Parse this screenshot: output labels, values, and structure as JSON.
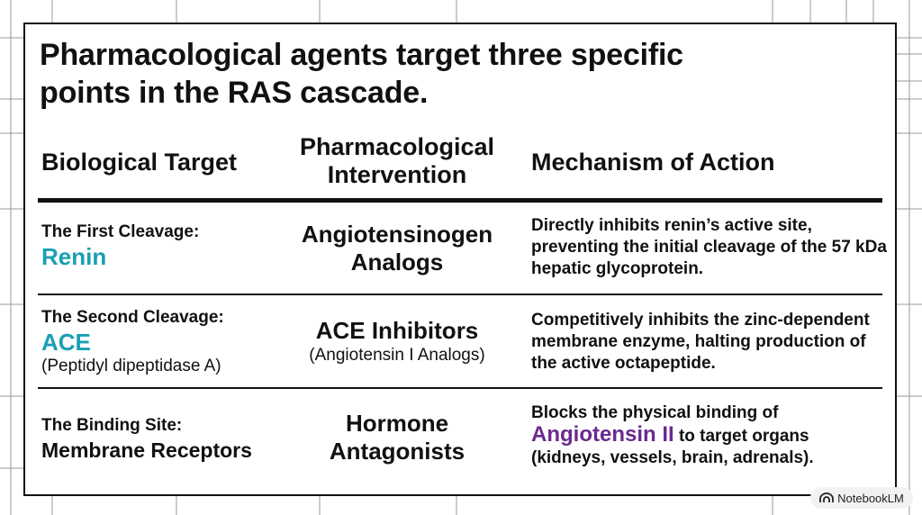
{
  "title": "Pharmacological agents target three specific points in the RAS cascade.",
  "headers": {
    "target": "Biological Target",
    "intervention": "Pharmacological Intervention",
    "mechanism": "Mechanism of Action"
  },
  "rows": [
    {
      "target_label": "The First Cleavage:",
      "target_name": "Renin",
      "target_sub": "",
      "intervention": "Angiotensinogen Analogs",
      "intervention_sub": "",
      "mechanism": "Directly inhibits renin’s active site, preventing the initial cleavage of the 57 kDa hepatic glycoprotein."
    },
    {
      "target_label": "The Second Cleavage:",
      "target_name": "ACE",
      "target_sub": "(Peptidyl dipeptidase A)",
      "intervention": "ACE Inhibitors",
      "intervention_sub": "(Angiotensin I Analogs)",
      "mechanism": "Competitively inhibits the zinc-dependent membrane enzyme, halting production of the active octapeptide."
    },
    {
      "target_label": "The Binding Site:",
      "target_name": "Membrane Receptors",
      "target_sub": "",
      "intervention": "Hormone Antagonists",
      "intervention_sub": "",
      "mechanism_pre": "Blocks the physical binding of",
      "mechanism_highlight": "Angiotensin II",
      "mechanism_post": "to target organs (kidneys, vessels, brain, adrenals)."
    }
  ],
  "badge": {
    "label": "NotebookLM",
    "icon": "notebooklm-logo-icon"
  },
  "colors": {
    "teal": "#1a9fb3",
    "purple": "#6a2a8e",
    "ink": "#111111"
  }
}
